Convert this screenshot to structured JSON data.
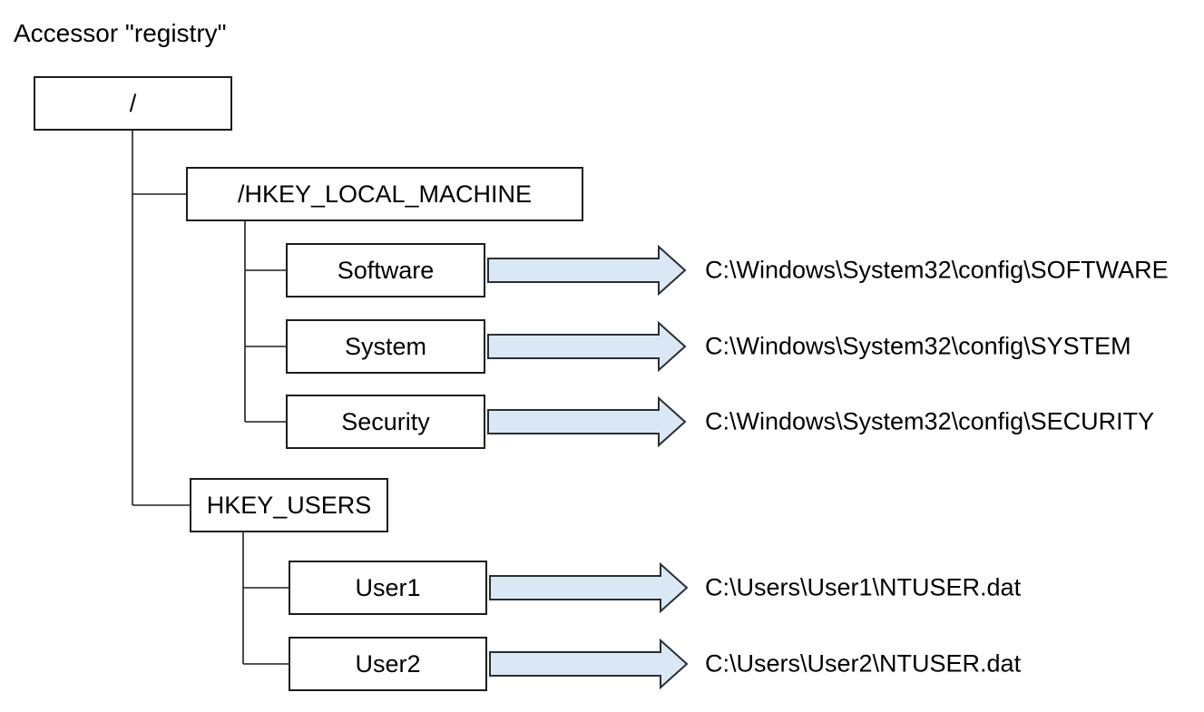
{
  "title": "Accessor \"registry\"",
  "colors": {
    "background": "#ffffff",
    "box_fill": "#ffffff",
    "box_border": "#1c1c1c",
    "connector_line": "#1f1f1f",
    "arrow_fill": "#dae8f5",
    "arrow_stroke": "#2a2e33",
    "text": "#000000"
  },
  "root": {
    "label": "/"
  },
  "branches": [
    {
      "label": "/HKEY_LOCAL_MACHINE",
      "children": [
        {
          "label": "Software",
          "path": "C:\\Windows\\System32\\config\\SOFTWARE"
        },
        {
          "label": "System",
          "path": "C:\\Windows\\System32\\config\\SYSTEM"
        },
        {
          "label": "Security",
          "path": "C:\\Windows\\System32\\config\\SECURITY"
        }
      ]
    },
    {
      "label": "HKEY_USERS",
      "children": [
        {
          "label": "User1",
          "path": "C:\\Users\\User1\\NTUSER.dat"
        },
        {
          "label": "User2",
          "path": "C:\\Users\\User2\\NTUSER.dat"
        }
      ]
    }
  ]
}
